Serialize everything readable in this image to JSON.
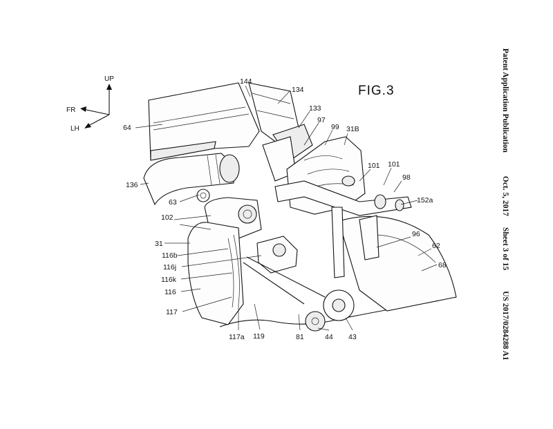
{
  "figure": {
    "title": "FIG.3"
  },
  "axes": {
    "up": "UP",
    "front": "FR",
    "left": "LH"
  },
  "header": {
    "publication": "Patent Application Publication",
    "date": "Oct. 5, 2017",
    "sheet": "Sheet 3 of 15",
    "number": "US 2017/0284288 A1"
  },
  "labels": {
    "l144": "144",
    "l134": "134",
    "l133": "133",
    "l97": "97",
    "l99": "99",
    "l31B": "31B",
    "l64": "64",
    "l136": "136",
    "l101a": "101",
    "l101b": "101",
    "l98": "98",
    "l63": "63",
    "l152a": "152a",
    "l102": "102",
    "l96": "96",
    "l62": "62",
    "l31": "31",
    "l116b": "116b",
    "l116j": "116j",
    "l68": "68",
    "l116k": "116k",
    "l116": "116",
    "l117": "117",
    "l117a": "117a",
    "l119": "119",
    "l81": "81",
    "l44": "44",
    "l43": "43"
  }
}
